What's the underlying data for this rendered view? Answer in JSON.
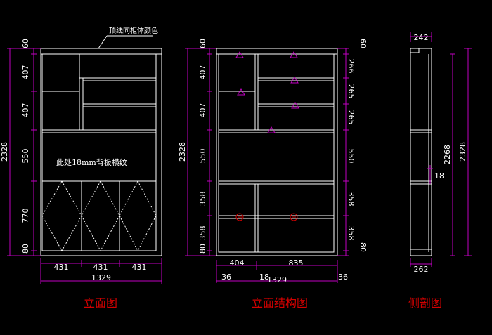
{
  "colors": {
    "background": "#000000",
    "outline": "#ffffff",
    "dimension": "#c000c0",
    "caption": "#d40000",
    "marker": "#c000c0",
    "hinge": "#d40000"
  },
  "front_view": {
    "caption": "立面图",
    "top_note": "顶线同柜体颜色",
    "panel_note": "此处18mm背板横纹",
    "vertical_dims": [
      "60",
      "407",
      "407",
      "550",
      "770",
      "80"
    ],
    "overall_height": "2328",
    "bottom_dims": [
      "431",
      "431",
      "431"
    ],
    "overall_width": "1329"
  },
  "structure_view": {
    "caption": "立面结构图",
    "left_dims": [
      "60",
      "407",
      "407",
      "550",
      "358",
      "358",
      "80"
    ],
    "overall_height": "2328",
    "right_dims": [
      "60",
      "266",
      "265",
      "265",
      "550",
      "358",
      "358",
      "80"
    ],
    "bottom_dims": [
      "404",
      "835"
    ],
    "edge_dims": [
      "36",
      "18",
      "1329",
      "36"
    ]
  },
  "side_view": {
    "caption": "侧剖图",
    "top_width": "242",
    "inner_height": "2268",
    "overall_height": "2328",
    "shelf_thickness": "18",
    "bottom_width": "262"
  }
}
